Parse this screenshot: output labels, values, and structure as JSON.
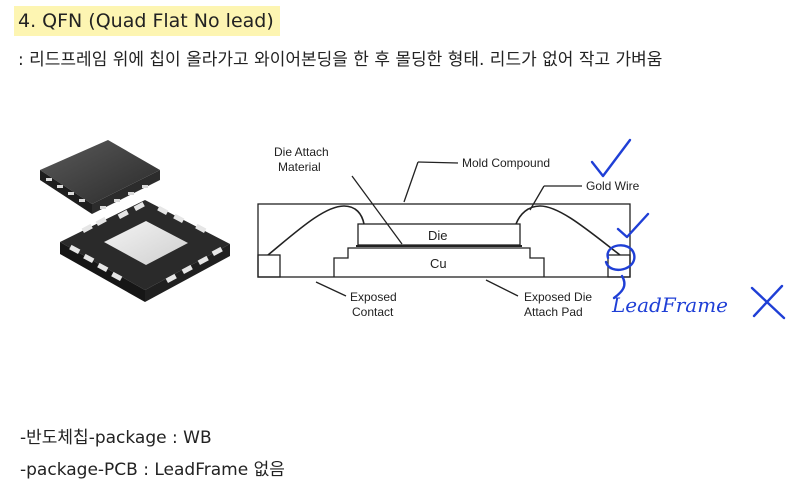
{
  "heading": "4. QFN (Quad Flat No lead)",
  "description": ": 리드프레임 위에 칩이 올라가고 와이어본딩을 한 후 몰딩한 형태. 리드가 없어 작고 가벼움",
  "diagram": {
    "die_attach_material": [
      "Die Attach",
      "Material"
    ],
    "mold_compound": "Mold Compound",
    "gold_wire": "Gold Wire",
    "die": "Die",
    "cu": "Cu",
    "exposed_contact": [
      "Exposed",
      "Contact"
    ],
    "exposed_die_attach_pad": [
      "Exposed Die",
      "Attach Pad"
    ],
    "handwritten_leadframe": "LeadFrame",
    "annotation_color": "#1f3fd6"
  },
  "notes": [
    "-반도체칩-package : WB",
    "-package-PCB : LeadFrame 없음"
  ]
}
